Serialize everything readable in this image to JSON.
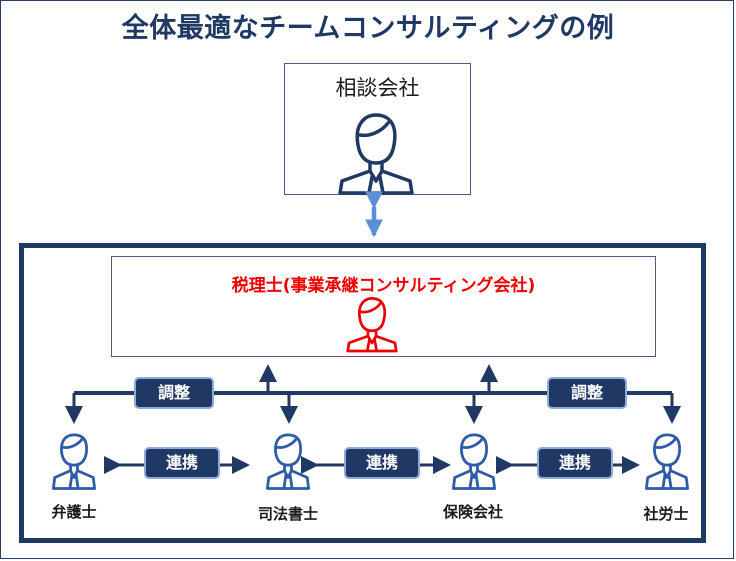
{
  "title": "全体最適なチームコンサルティングの例",
  "client": {
    "label": "相談会社"
  },
  "tax_accountant": {
    "label": "税理士(事業承継コンサルティング会社)"
  },
  "adjust_left": "調整",
  "adjust_right": "調整",
  "coop_1": "連携",
  "coop_2": "連携",
  "coop_3": "連携",
  "professionals": [
    "弁護士",
    "司法書士",
    "保険会社",
    "社労士"
  ],
  "colors": {
    "navy": "#1f3864",
    "accent_red": "#ee0000",
    "light_blue": "#8faadc",
    "box_border": "#6a4f7e"
  }
}
